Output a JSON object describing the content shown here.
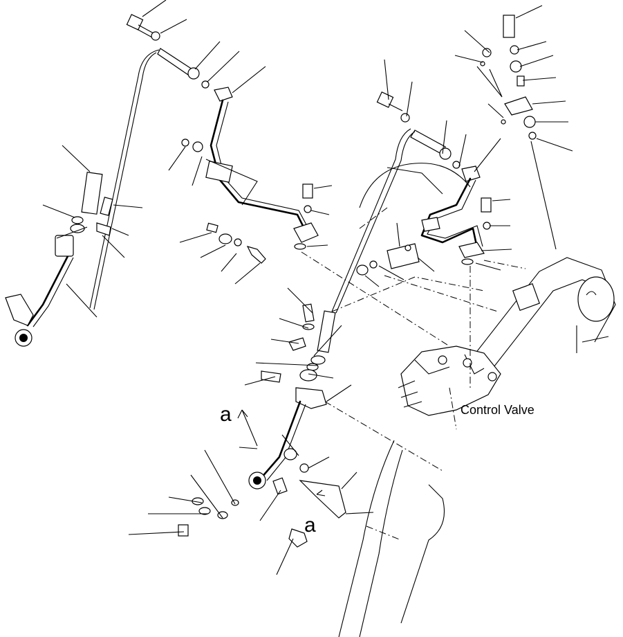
{
  "diagram": {
    "labels": {
      "control_valve": "Control Valve",
      "view_marker_upper": "a",
      "view_marker_lower": "a"
    }
  }
}
